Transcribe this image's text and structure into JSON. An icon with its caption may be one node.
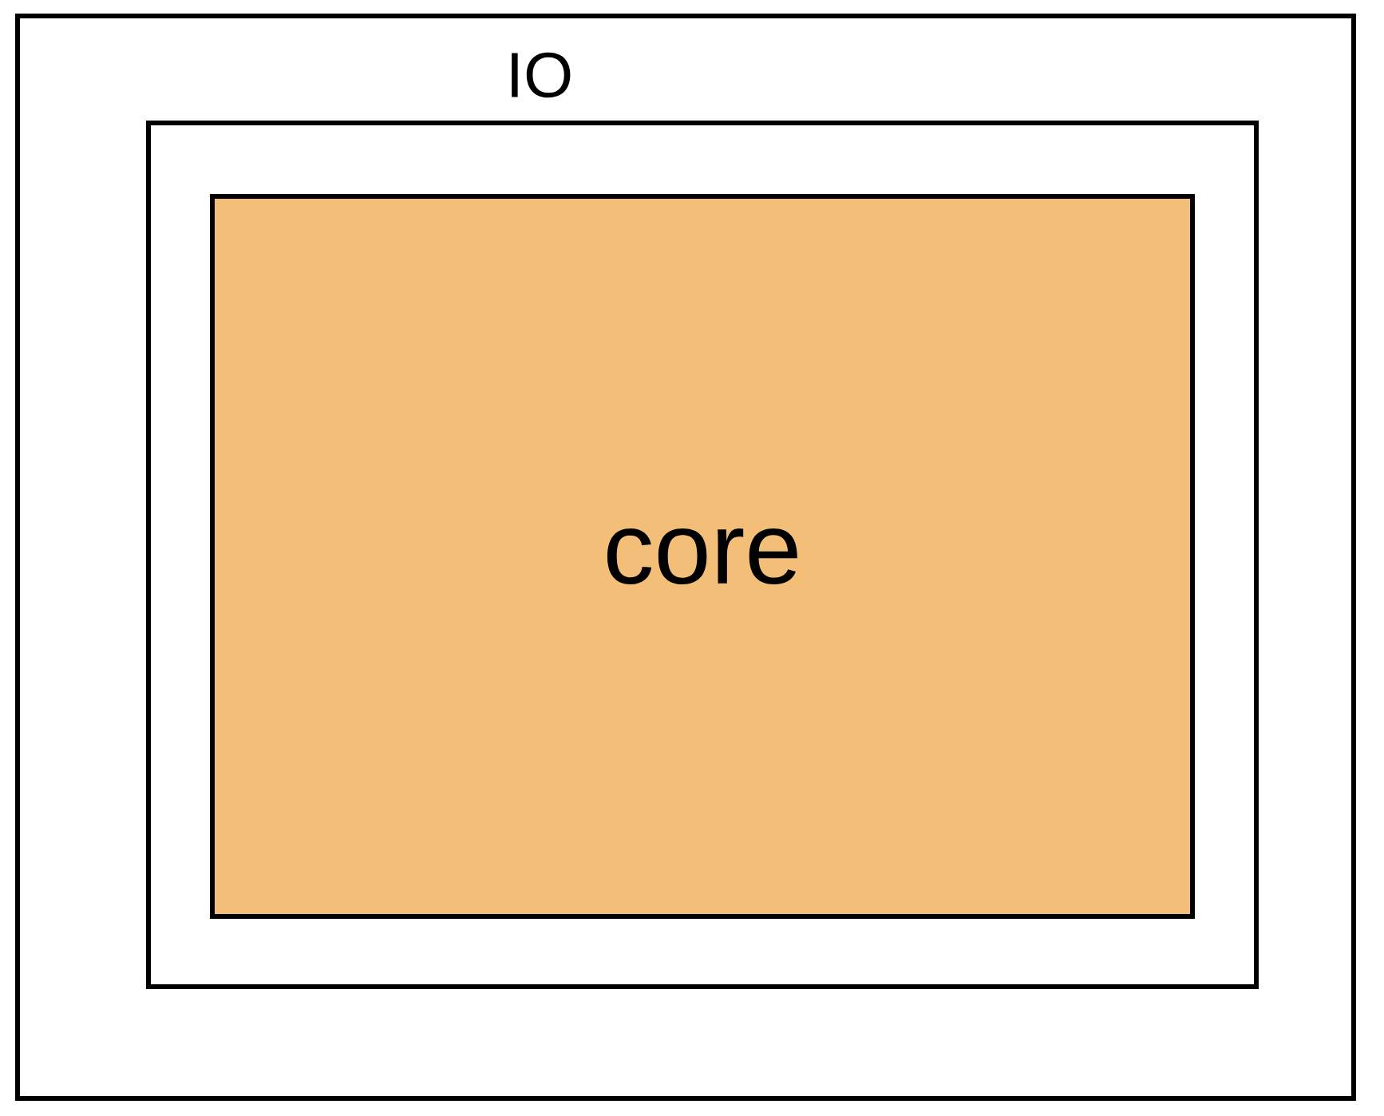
{
  "diagram": {
    "nodes": [
      {
        "text": [
          "IO"
        ]
      },
      {
        "text": [],
        "shape": "box",
        "in": 0
      },
      {
        "text": [
          "core"
        ],
        "in": 1
      }
    ]
  }
}
